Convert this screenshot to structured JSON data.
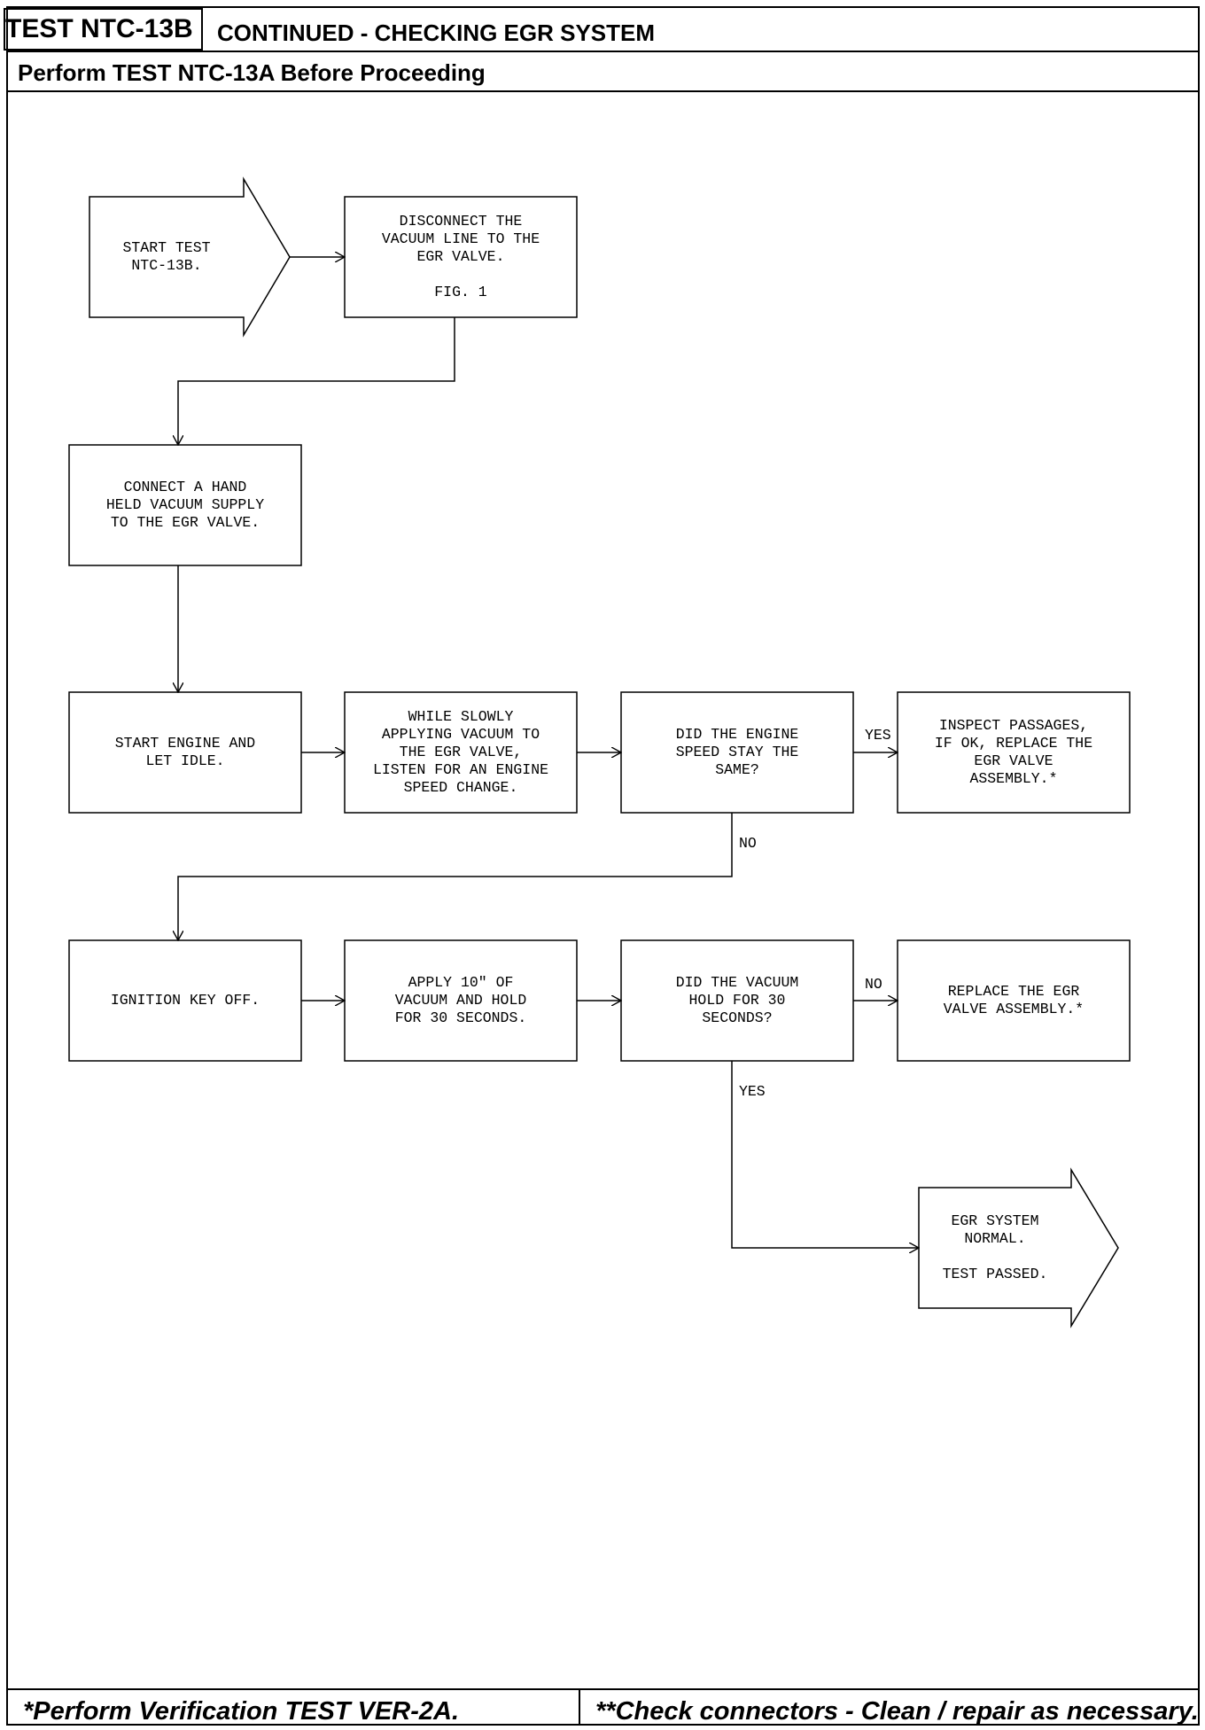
{
  "header": {
    "test_id": "TEST NTC-13B",
    "title": "CONTINUED - CHECKING EGR SYSTEM",
    "subtitle": "Perform TEST NTC-13A Before Proceeding"
  },
  "nodes": {
    "start": "START TEST\nNTC-13B.",
    "disconnect": "DISCONNECT THE\nVACUUM LINE TO THE\nEGR VALVE.\n\nFIG. 1",
    "connect": "CONNECT A HAND\nHELD VACUUM SUPPLY\nTO THE EGR VALVE.",
    "start_engine": "START ENGINE AND\nLET IDLE.",
    "apply_slowly": "WHILE SLOWLY\nAPPLYING VACUUM TO\nTHE EGR VALVE,\nLISTEN FOR AN ENGINE\nSPEED CHANGE.",
    "speed_same": "DID THE ENGINE\nSPEED STAY THE\nSAME?",
    "inspect": "INSPECT PASSAGES,\nIF OK, REPLACE THE\nEGR VALVE\nASSEMBLY.*",
    "ignition_off": "IGNITION KEY OFF.",
    "apply_10": "APPLY 10\" OF\nVACUUM AND HOLD\nFOR 30 SECONDS.",
    "vacuum_hold": "DID THE VACUUM\nHOLD FOR 30\nSECONDS?",
    "replace": "REPLACE THE EGR\nVALVE ASSEMBLY.*",
    "normal": "EGR SYSTEM\nNORMAL.\n\nTEST PASSED."
  },
  "edge_labels": {
    "speed_yes": "YES",
    "speed_no": "NO",
    "hold_no": "NO",
    "hold_yes": "YES"
  },
  "footer": {
    "left": "*Perform Verification TEST VER-2A.",
    "right": "**Check connectors - Clean / repair as necessary."
  }
}
